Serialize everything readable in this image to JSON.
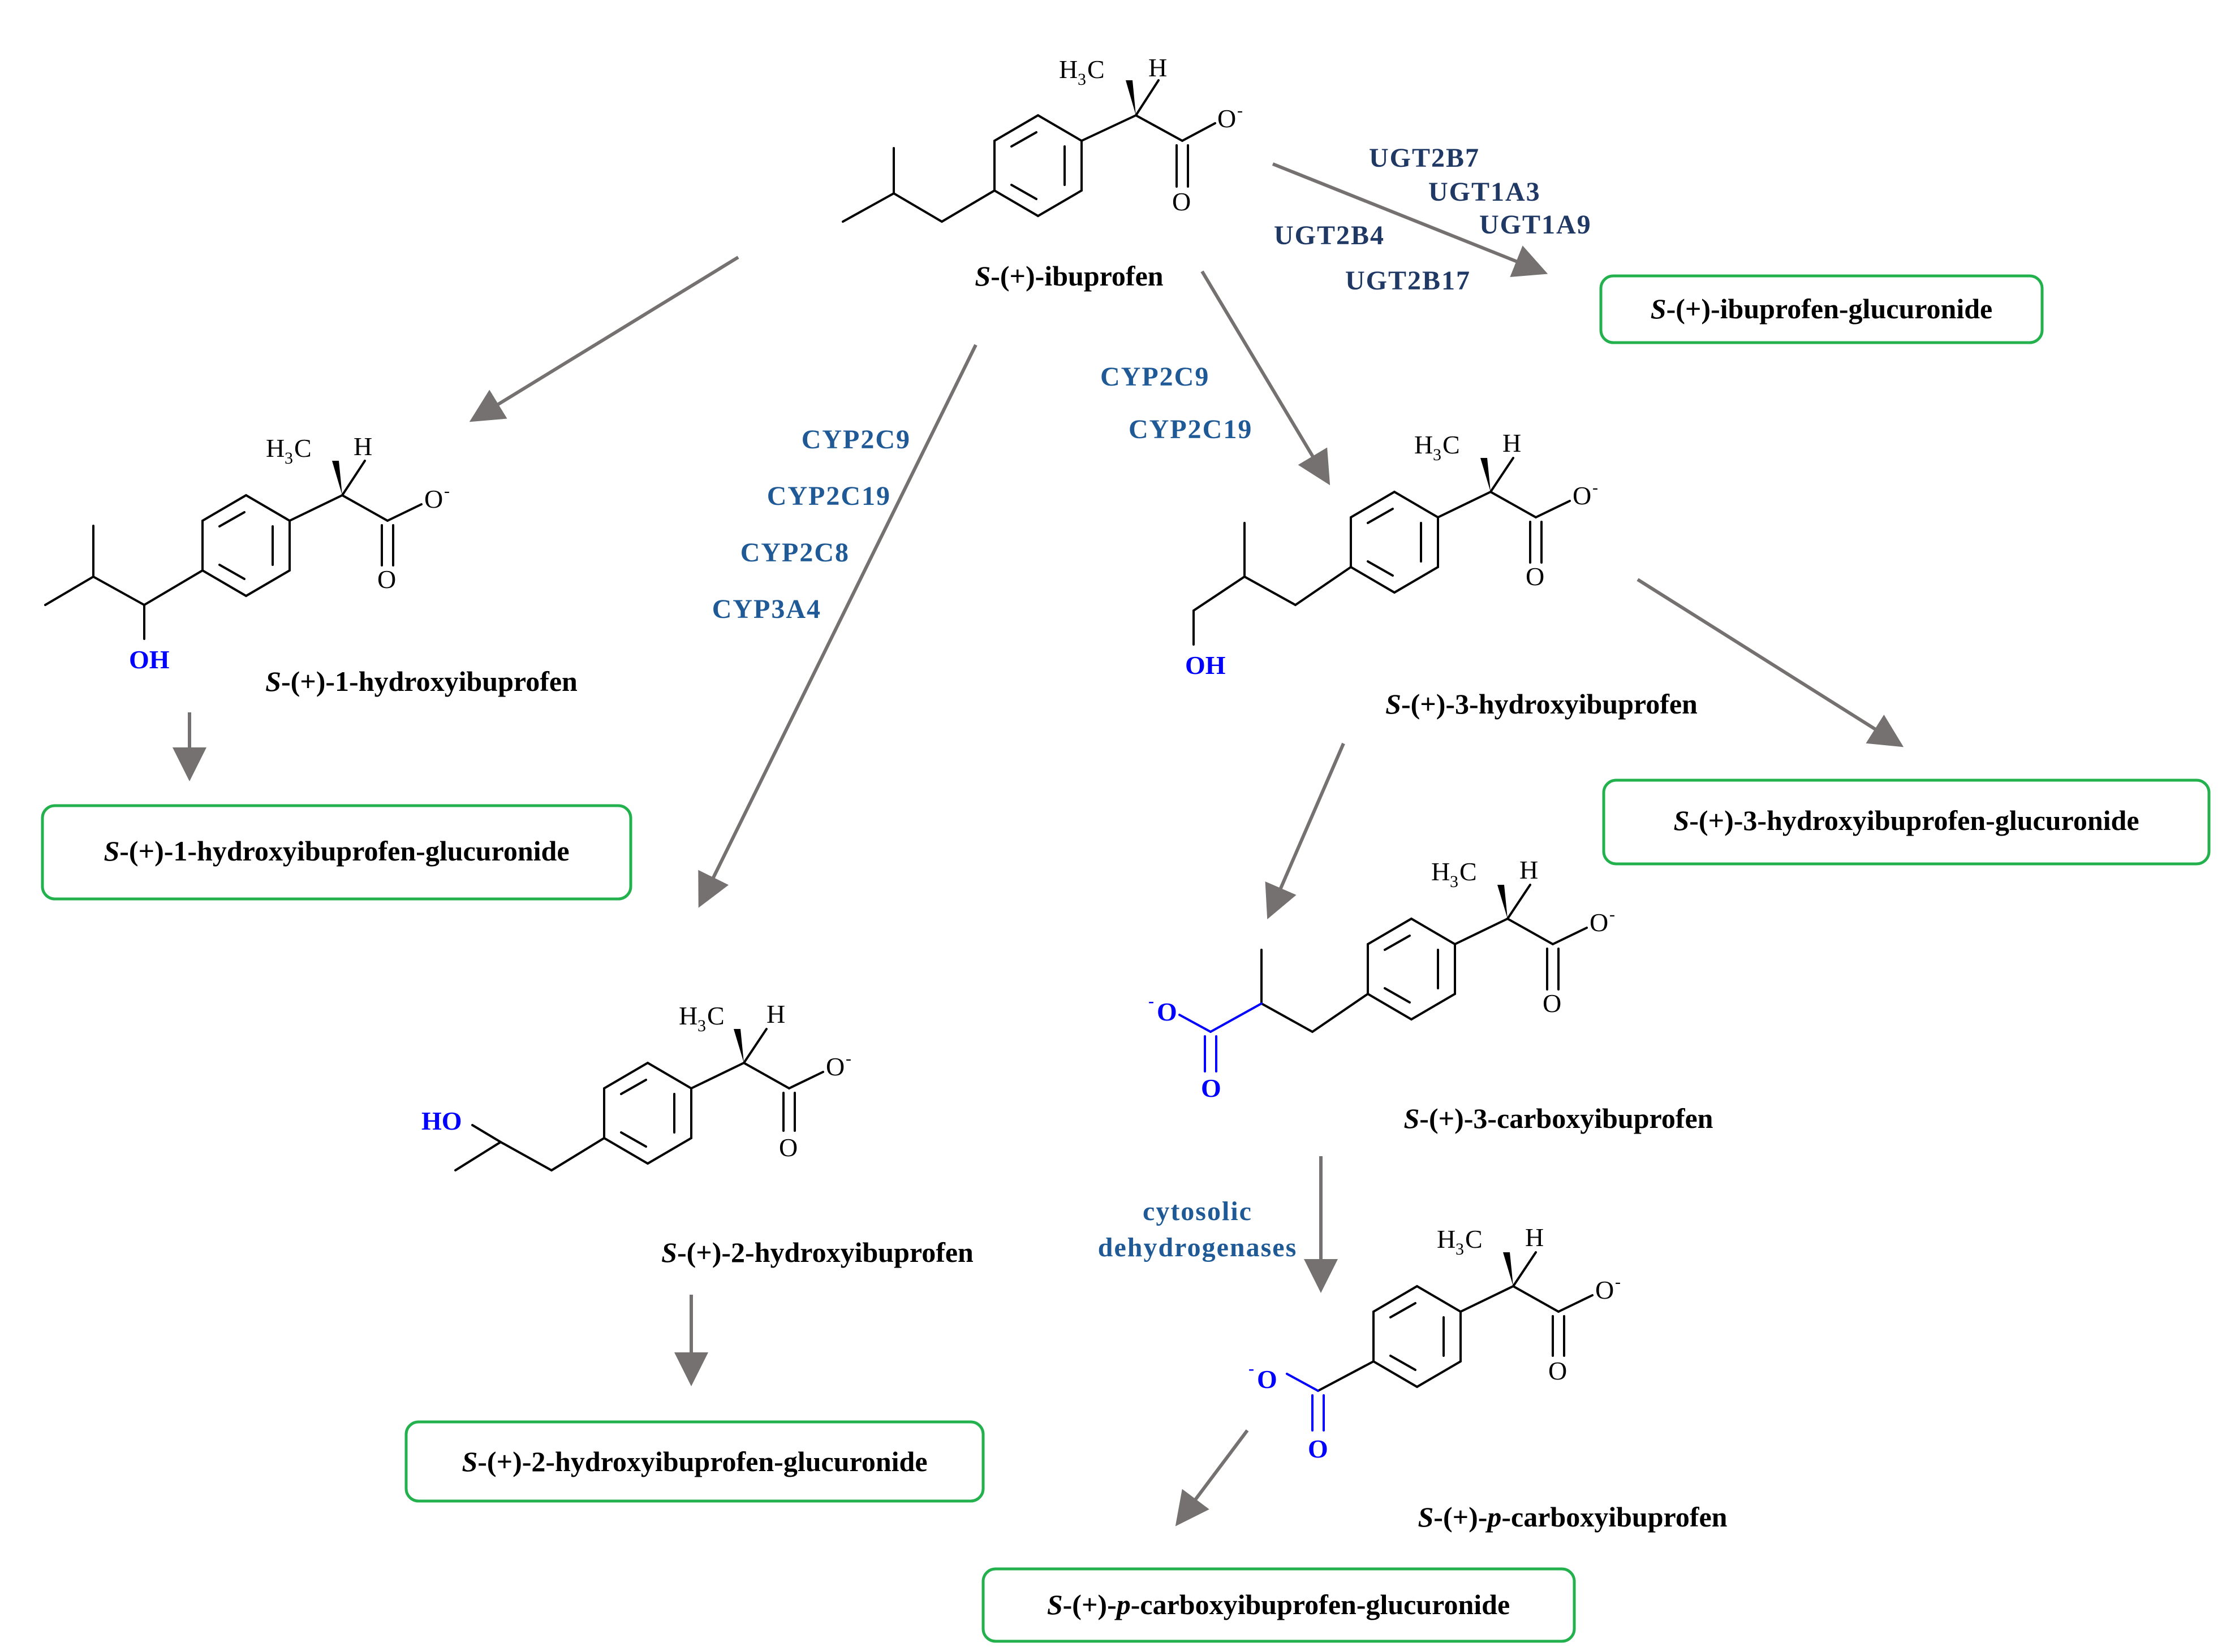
{
  "colors": {
    "arrow": "#767171",
    "enzyme_uv": "#1f3864",
    "enzyme_cyp": "#1f5a96",
    "box_border": "#22b14c",
    "highlight_atom": "#0000ff"
  },
  "compounds": {
    "ibuprofen": {
      "prefix": "S",
      "rest": "-(+)-ibuprofen"
    },
    "hydroxy1": {
      "prefix": "S",
      "rest": "-(+)-1-hydroxyibuprofen"
    },
    "hydroxy2": {
      "prefix": "S",
      "rest": "-(+)-2-hydroxyibuprofen"
    },
    "hydroxy3": {
      "prefix": "S",
      "rest": "-(+)-3-hydroxyibuprofen"
    },
    "carboxy3": {
      "prefix": "S",
      "rest": "-(+)-3-carboxyibuprofen"
    },
    "pcarboxy": {
      "prefix": "S",
      "mid": "-(+)-",
      "italic": "p",
      "rest": "-carboxyibuprofen"
    }
  },
  "glucuronides": {
    "ibuprofen": {
      "prefix": "S",
      "rest": "-(+)-ibuprofen-glucuronide"
    },
    "hydroxy1": {
      "prefix": "S",
      "rest": "-(+)-1-hydroxyibuprofen-glucuronide"
    },
    "hydroxy2": {
      "prefix": "S",
      "rest": "-(+)-2-hydroxyibuprofen-glucuronide"
    },
    "hydroxy3": {
      "prefix": "S",
      "rest": "-(+)-3-hydroxyibuprofen-glucuronide"
    },
    "pcarboxy": {
      "prefix": "S",
      "mid": "-(+)-",
      "italic": "p",
      "rest": "-carboxyibuprofen-glucuronide"
    }
  },
  "enzymes": {
    "ugt": [
      "UGT2B7",
      "UGT1A3",
      "UGT1A9",
      "UGT2B4",
      "UGT2B17"
    ],
    "cyp_to_hydroxy2": [
      "CYP2C9",
      "CYP2C19",
      "CYP2C8",
      "CYP3A4"
    ],
    "cyp_to_hydroxy3": [
      "CYP2C9",
      "CYP2C19"
    ],
    "dehydrogenase": [
      "cytosolic",
      "dehydrogenases"
    ]
  },
  "atoms": {
    "methyl": "H",
    "methyl_sub": "3",
    "methyl_c": "C",
    "hydrogen": "H",
    "oxygen": "O",
    "minus": "-",
    "hydroxyl": "OH",
    "hydroxyl_rev": "HO"
  }
}
